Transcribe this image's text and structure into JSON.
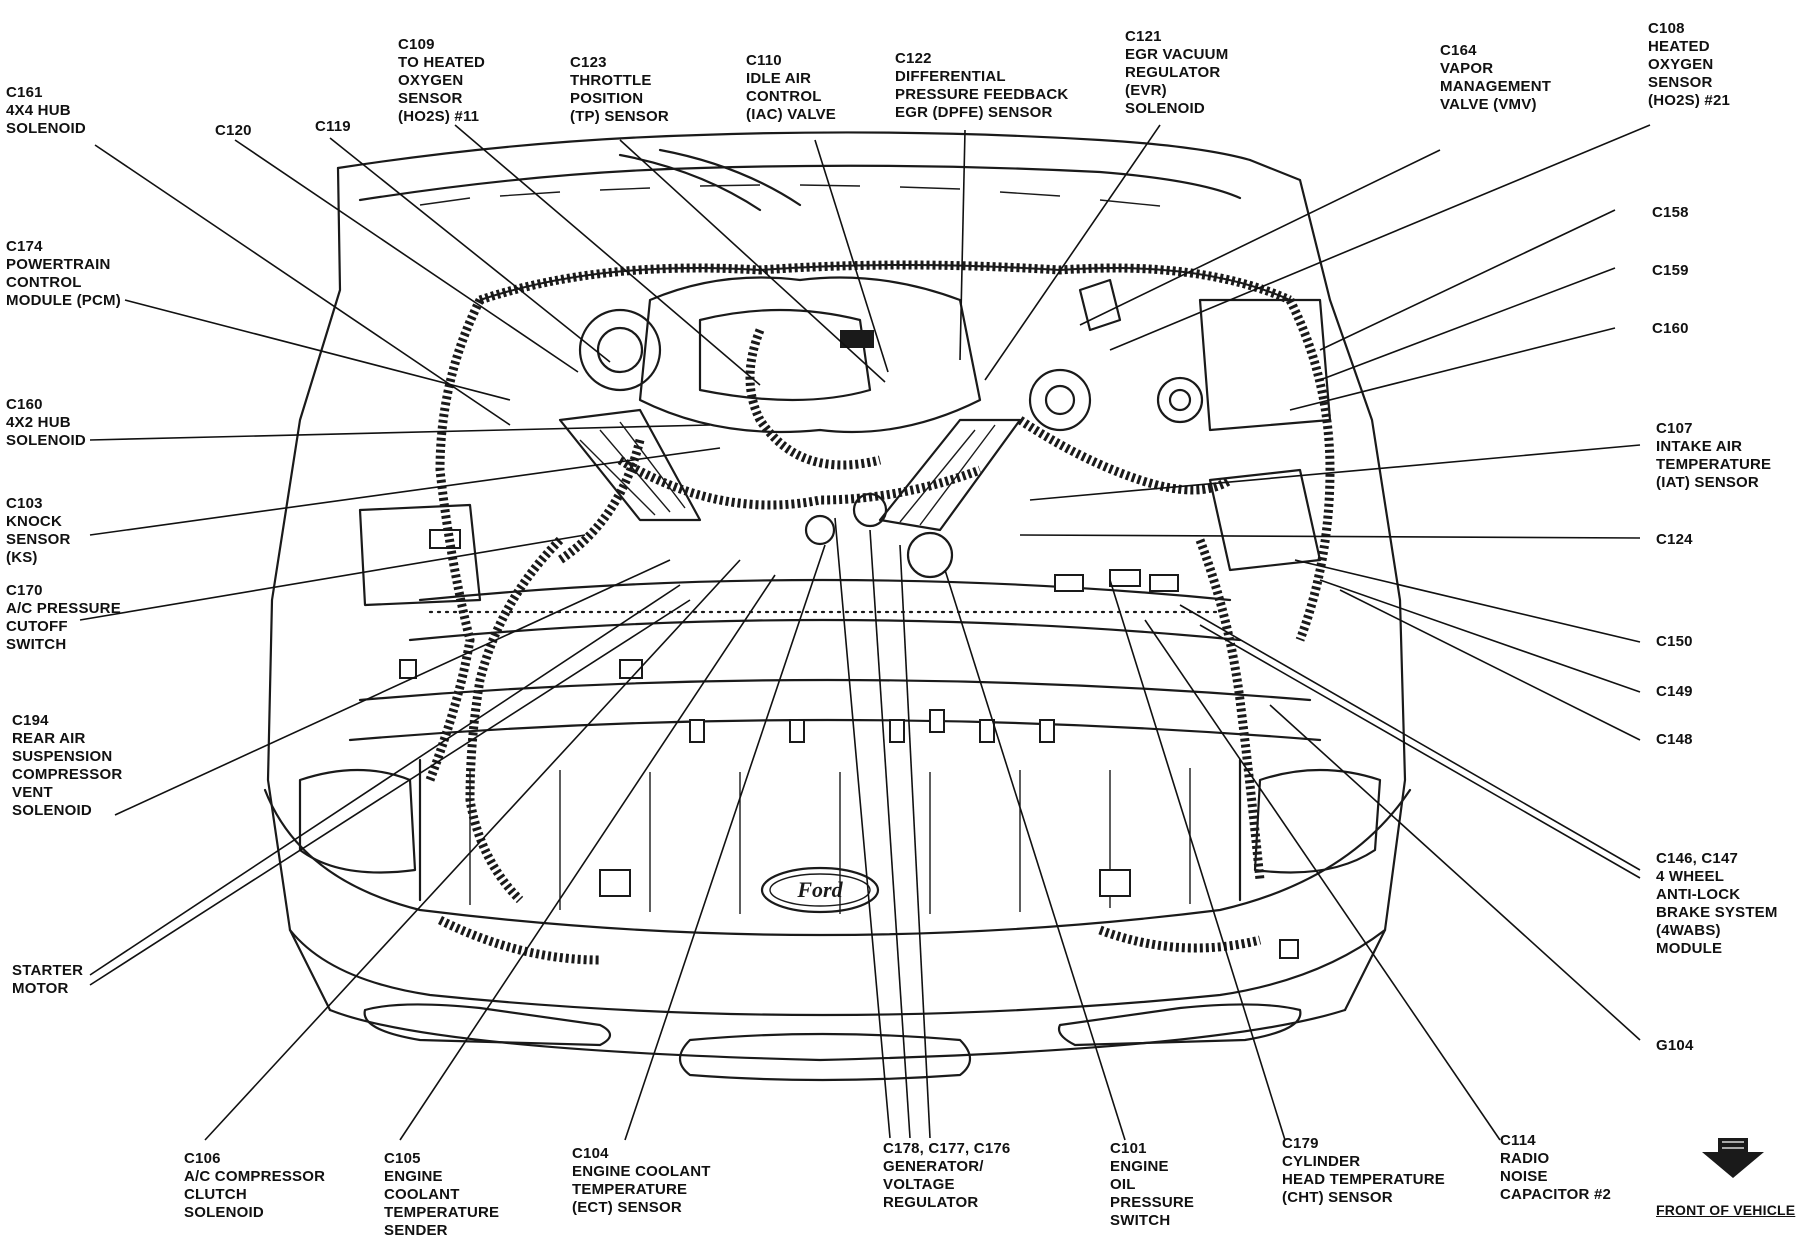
{
  "labels": {
    "c161": [
      "C161",
      "4X4 HUB",
      "SOLENOID"
    ],
    "c120": [
      "C120"
    ],
    "c119": [
      "C119"
    ],
    "c109": [
      "C109",
      "TO HEATED",
      "OXYGEN",
      "SENSOR",
      "(HO2S) #11"
    ],
    "c123": [
      "C123",
      "THROTTLE",
      "POSITION",
      "(TP) SENSOR"
    ],
    "c110": [
      "C110",
      "IDLE AIR",
      "CONTROL",
      "(IAC) VALVE"
    ],
    "c122": [
      "C122",
      "DIFFERENTIAL",
      "PRESSURE  FEEDBACK",
      "EGR (DPFE) SENSOR"
    ],
    "c121": [
      "C121",
      "EGR VACUUM",
      "REGULATOR",
      "(EVR)",
      "SOLENOID"
    ],
    "c164": [
      "C164",
      "VAPOR",
      "MANAGEMENT",
      "VALVE (VMV)"
    ],
    "c108": [
      "C108",
      "HEATED",
      "OXYGEN",
      "SENSOR",
      "(HO2S) #21"
    ],
    "c174": [
      "C174",
      "POWERTRAIN",
      "CONTROL",
      "MODULE (PCM)"
    ],
    "c160_left": [
      "C160",
      "4X2 HUB",
      "SOLENOID"
    ],
    "c103": [
      "C103",
      "KNOCK",
      "SENSOR",
      "(KS)"
    ],
    "c170": [
      "C170",
      "A/C PRESSURE",
      "CUTOFF",
      "SWITCH"
    ],
    "c194": [
      "C194",
      "REAR AIR",
      "SUSPENSION",
      "COMPRESSOR",
      "VENT",
      "SOLENOID"
    ],
    "starter": [
      "STARTER",
      "MOTOR"
    ],
    "c158": [
      "C158"
    ],
    "c159": [
      "C159"
    ],
    "c160_right": [
      "C160"
    ],
    "c107": [
      "C107",
      "INTAKE AIR",
      "TEMPERATURE",
      "(IAT) SENSOR"
    ],
    "c124": [
      "C124"
    ],
    "c150": [
      "C150"
    ],
    "c149": [
      "C149"
    ],
    "c148": [
      "C148"
    ],
    "c146": [
      "C146, C147",
      "4 WHEEL",
      "ANTI-LOCK",
      "BRAKE SYSTEM",
      "(4WABS)",
      "MODULE"
    ],
    "g104": [
      "G104"
    ],
    "c106": [
      "C106",
      "A/C COMPRESSOR",
      "CLUTCH",
      "SOLENOID"
    ],
    "c105": [
      "C105",
      "ENGINE",
      "COOLANT",
      "TEMPERATURE",
      "SENDER"
    ],
    "c104": [
      "C104",
      "ENGINE COOLANT",
      "TEMPERATURE",
      "(ECT) SENSOR"
    ],
    "c178": [
      "C178, C177, C176",
      "GENERATOR/",
      "VOLTAGE",
      "REGULATOR"
    ],
    "c101": [
      "C101",
      "ENGINE",
      "OIL",
      "PRESSURE",
      "SWITCH"
    ],
    "c179": [
      "C179",
      "CYLINDER",
      "HEAD TEMPERATURE",
      "(CHT) SENSOR"
    ],
    "c114": [
      "C114",
      "RADIO",
      "NOISE",
      "CAPACITOR #2"
    ]
  },
  "front_of_vehicle": "FRONT OF VEHICLE",
  "logo_text": "Ford",
  "colors": {
    "ink": "#111111",
    "background": "#ffffff"
  }
}
